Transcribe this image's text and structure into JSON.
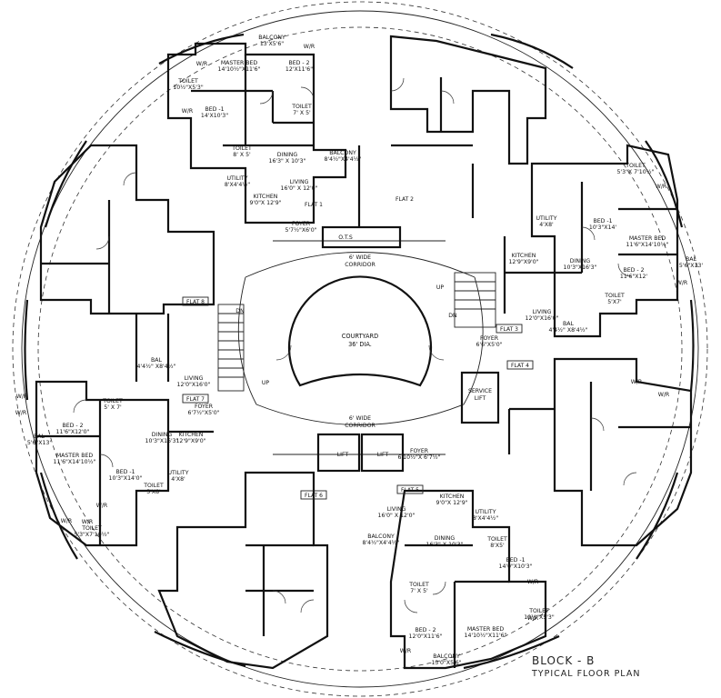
{
  "title": "BLOCK - B",
  "subtitle": "TYPICAL FLOOR PLAN",
  "core": {
    "courtyard": "COURTYARD",
    "courtyard_dia": "36' DIA.",
    "corridor_top": [
      "6' WIDE",
      "CORRIDOR"
    ],
    "corridor_bottom": [
      "6' WIDE",
      "CORRIDOR"
    ],
    "ots": "O.T.S",
    "lift": "LIFT",
    "service_lift": [
      "SERVICE",
      "LIFT"
    ],
    "up": "UP",
    "dn": "DN"
  },
  "flat_tags": [
    "FLAT 1",
    "FLAT 2",
    "FLAT 3",
    "FLAT 4",
    "FLAT 5",
    "FLAT 6",
    "FLAT 7",
    "FLAT 8"
  ],
  "rooms": [
    {
      "name": "BALCONY",
      "size": "13'X5'6\""
    },
    {
      "name": "MASTER BED",
      "size": "14'10½\"X11'6\""
    },
    {
      "name": "BED - 2",
      "size": "12'X11'6\""
    },
    {
      "name": "TOILET",
      "size": "10½\"X5'3\""
    },
    {
      "name": "BED -1",
      "size": "14'X10'3\""
    },
    {
      "name": "TOILET",
      "size": "7' X 5'"
    },
    {
      "name": "TOILET",
      "size": "8' X 5'"
    },
    {
      "name": "DINING",
      "size": "16'3\" X 10'3\""
    },
    {
      "name": "BALCONY",
      "size": "8'4½\"X4'4½\""
    },
    {
      "name": "UTILITY",
      "size": "8'X4'4½\""
    },
    {
      "name": "LIVING",
      "size": "16'0\" X 12'0\""
    },
    {
      "name": "KITCHEN",
      "size": "9'0\"X 12'9\""
    },
    {
      "name": "FOYER",
      "size": "5'7½\"X6'0\""
    },
    {
      "name": "TOILET",
      "size": "5'3\"X 7'10½\""
    },
    {
      "name": "UTILITY",
      "size": "4'X8'"
    },
    {
      "name": "BED -1",
      "size": "10'3\"X14'"
    },
    {
      "name": "MASTER BED",
      "size": "11'6\"X14'10½\""
    },
    {
      "name": "KITCHEN",
      "size": "12'9\"X9'0\""
    },
    {
      "name": "DINING",
      "size": "10'3\"X16'3\""
    },
    {
      "name": "BED - 2",
      "size": "11'6\"X12'"
    },
    {
      "name": "BAL",
      "size": "5'6\"X13'"
    },
    {
      "name": "TOILET",
      "size": "5'X7'"
    },
    {
      "name": "LIVING",
      "size": "12'0\"X16'0\""
    },
    {
      "name": "BAL",
      "size": "4'4½\" X8'4½\""
    },
    {
      "name": "FOYER",
      "size": "6'6\"X5'0\""
    },
    {
      "name": "BAL",
      "size": "4'4½\" X8'4½\""
    },
    {
      "name": "LIVING",
      "size": "12'0\"X16'0\""
    },
    {
      "name": "TOILET",
      "size": "5' X 7'"
    },
    {
      "name": "FOYER",
      "size": "6'7½\"X5'0\""
    },
    {
      "name": "BED - 2",
      "size": "11'6\"X12'0\""
    },
    {
      "name": "DINING",
      "size": "10'3\"X16'3\""
    },
    {
      "name": "KITCHEN",
      "size": "12'9\"X9'0\""
    },
    {
      "name": "BAL",
      "size": "5'6\"X13'"
    },
    {
      "name": "MASTER BED",
      "size": "11'6\"X14'10½\""
    },
    {
      "name": "BED -1",
      "size": "10'3\"X14'0\""
    },
    {
      "name": "UTILITY",
      "size": "4'X8'"
    },
    {
      "name": "TOILET",
      "size": "5'X8'"
    },
    {
      "name": "TOILET",
      "size": "5'3\"X7'10½\""
    },
    {
      "name": "FOYER",
      "size": "6'10½\"X 6'7½\""
    },
    {
      "name": "KITCHEN",
      "size": "9'0\"X 12'9\""
    },
    {
      "name": "LIVING",
      "size": "16'0\" X 12'0\""
    },
    {
      "name": "UTILITY",
      "size": "8'X4'4½\""
    },
    {
      "name": "BALCONY",
      "size": "8'4½\"X4'4½\""
    },
    {
      "name": "DINING",
      "size": "16'3\" X 10'3\""
    },
    {
      "name": "TOILET",
      "size": "8'X5'"
    },
    {
      "name": "BED -1",
      "size": "14'0\"X10'3\""
    },
    {
      "name": "TOILET",
      "size": "7' X 5'"
    },
    {
      "name": "TOILET",
      "size": "10½\"X5'3\""
    },
    {
      "name": "BED - 2",
      "size": "12'0\"X11'6\""
    },
    {
      "name": "MASTER BED",
      "size": "14'10½\"X11'6\""
    },
    {
      "name": "BALCONY",
      "size": "13'0\"X5'6\""
    }
  ],
  "wr_tag": "W/R"
}
